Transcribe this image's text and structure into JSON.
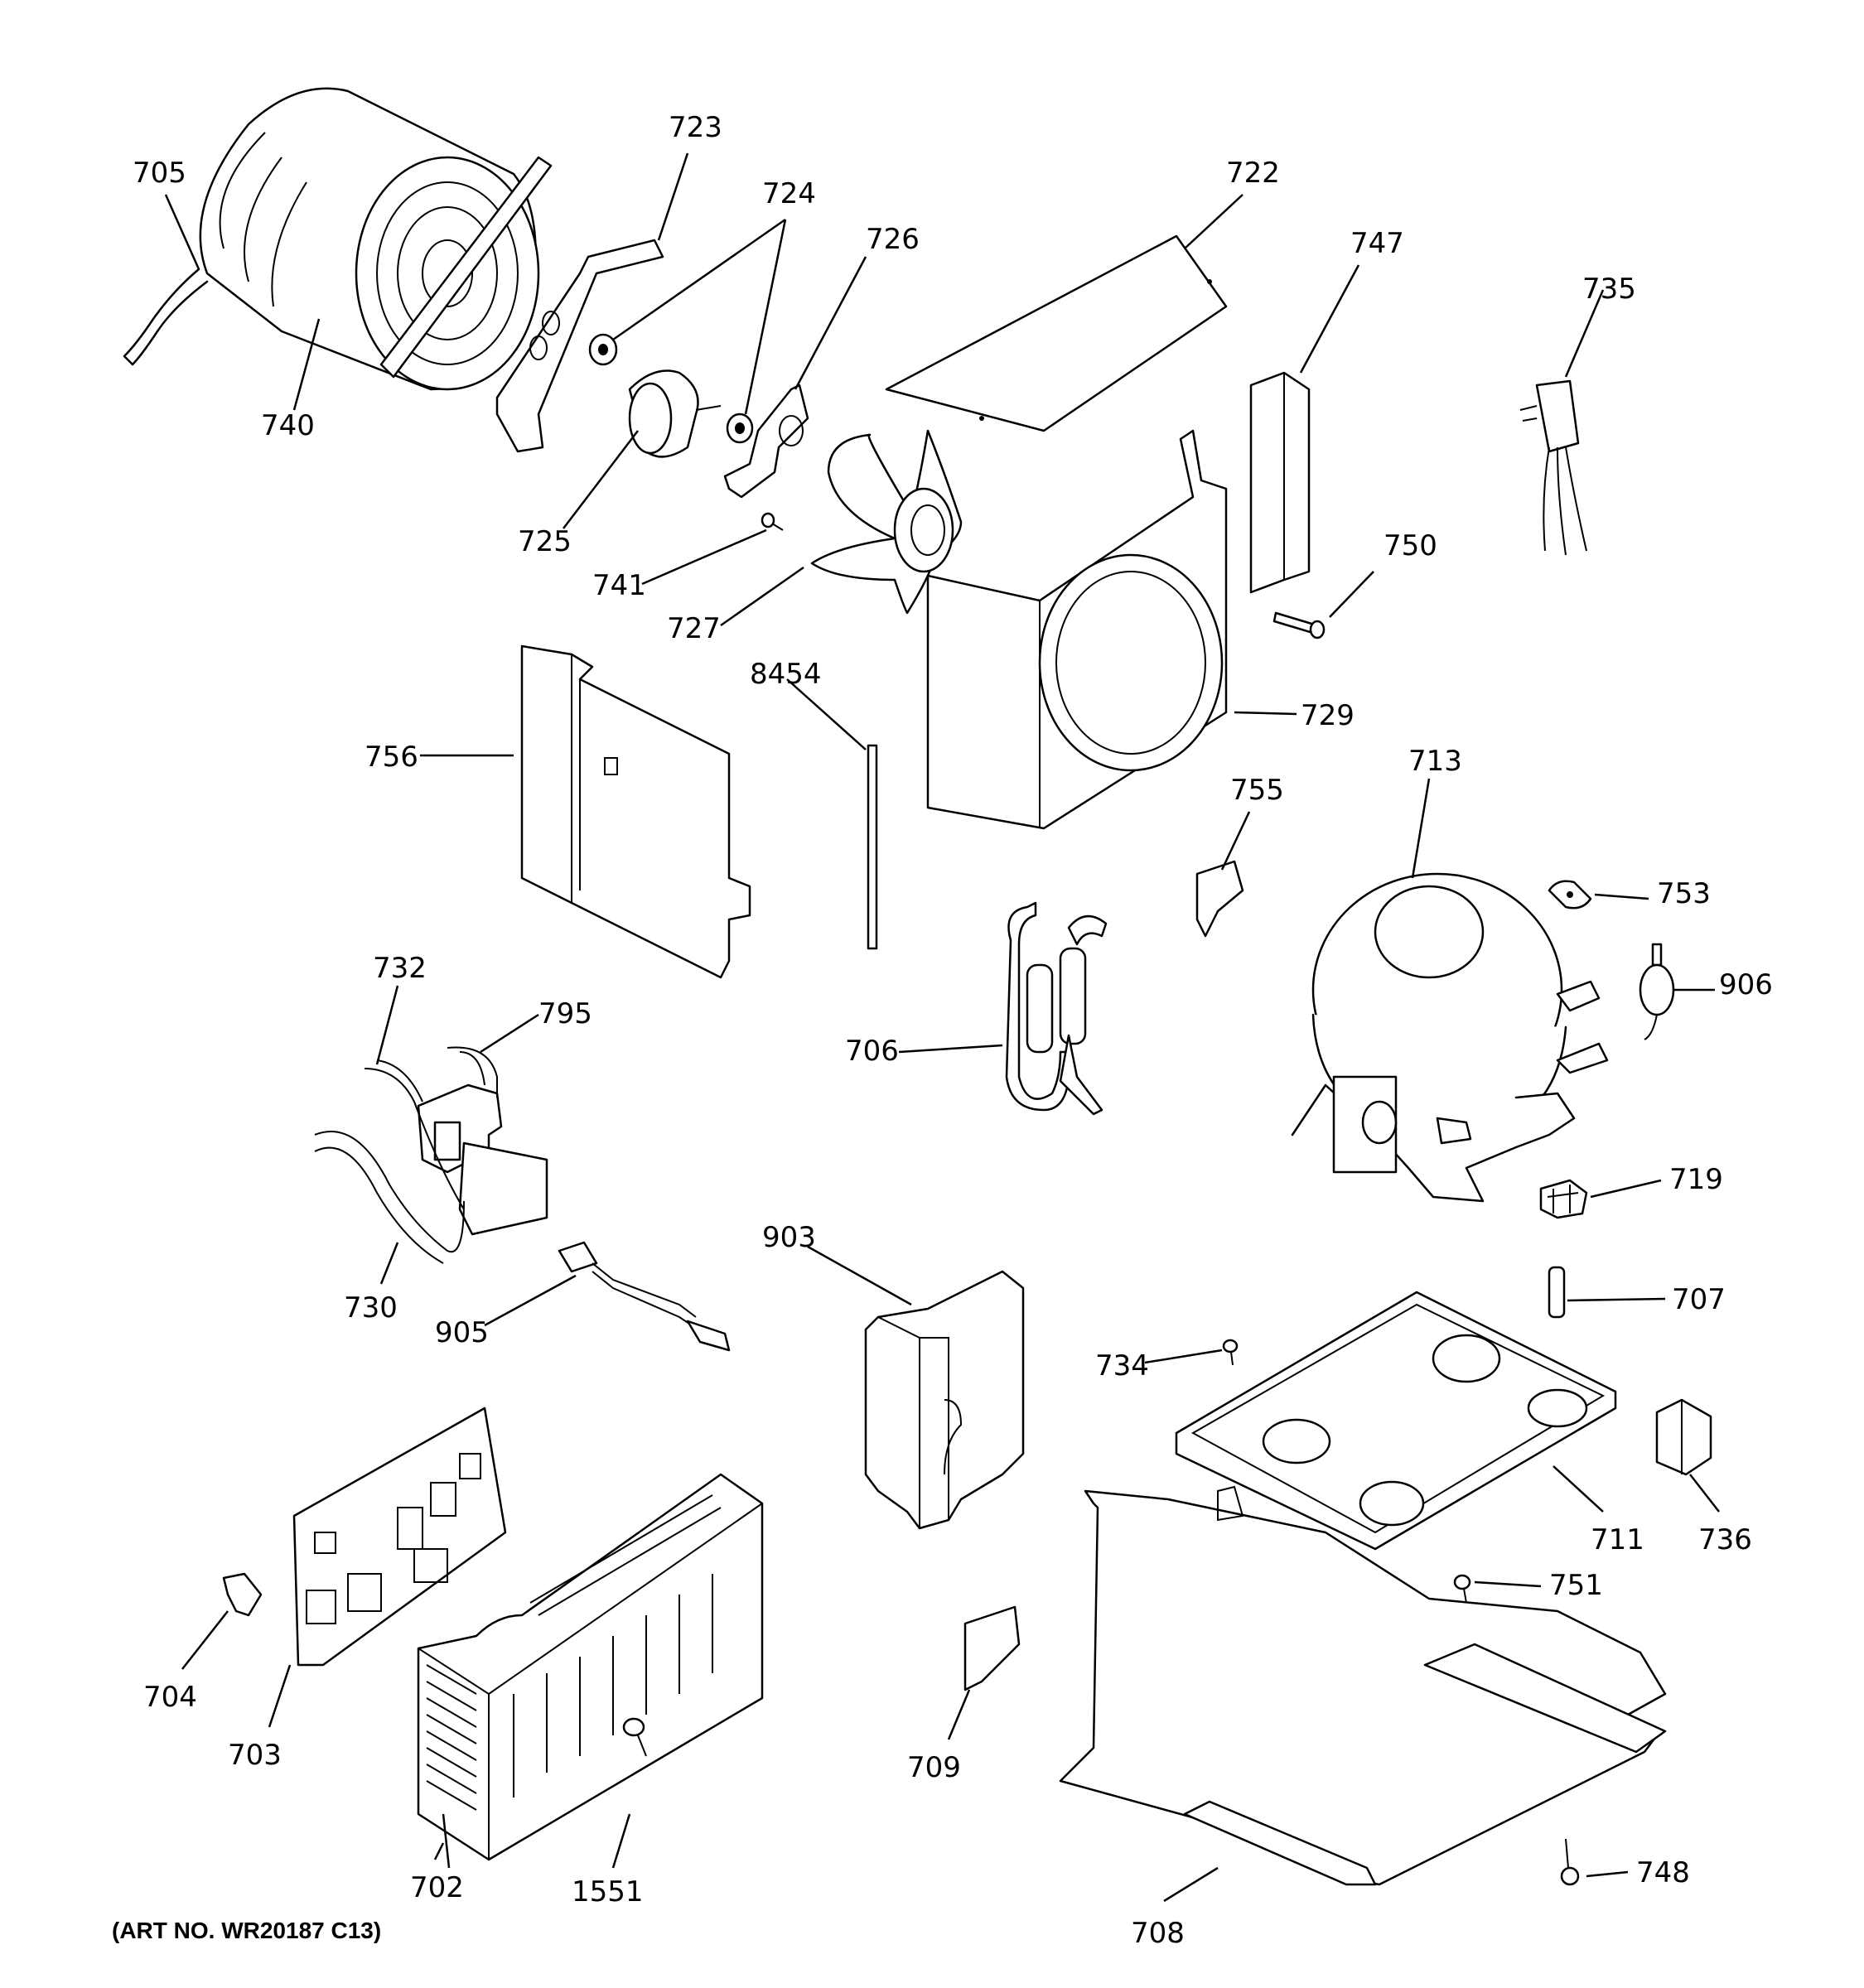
{
  "diagram": {
    "art_number": "(ART NO. WR20187 C13)",
    "parts": [
      {
        "id": "705",
        "label": "705"
      },
      {
        "id": "740",
        "label": "740"
      },
      {
        "id": "723",
        "label": "723"
      },
      {
        "id": "724",
        "label": "724"
      },
      {
        "id": "725",
        "label": "725"
      },
      {
        "id": "726",
        "label": "726"
      },
      {
        "id": "741",
        "label": "741"
      },
      {
        "id": "727",
        "label": "727"
      },
      {
        "id": "722",
        "label": "722"
      },
      {
        "id": "747",
        "label": "747"
      },
      {
        "id": "735",
        "label": "735"
      },
      {
        "id": "750",
        "label": "750"
      },
      {
        "id": "729",
        "label": "729"
      },
      {
        "id": "756",
        "label": "756"
      },
      {
        "id": "8454",
        "label": "8454"
      },
      {
        "id": "755",
        "label": "755"
      },
      {
        "id": "713",
        "label": "713"
      },
      {
        "id": "753",
        "label": "753"
      },
      {
        "id": "906",
        "label": "906"
      },
      {
        "id": "706",
        "label": "706"
      },
      {
        "id": "732",
        "label": "732"
      },
      {
        "id": "795",
        "label": "795"
      },
      {
        "id": "730",
        "label": "730"
      },
      {
        "id": "719",
        "label": "719"
      },
      {
        "id": "903",
        "label": "903"
      },
      {
        "id": "905",
        "label": "905"
      },
      {
        "id": "707",
        "label": "707"
      },
      {
        "id": "734",
        "label": "734"
      },
      {
        "id": "711",
        "label": "711"
      },
      {
        "id": "736",
        "label": "736"
      },
      {
        "id": "751",
        "label": "751"
      },
      {
        "id": "704",
        "label": "704"
      },
      {
        "id": "703",
        "label": "703"
      },
      {
        "id": "709",
        "label": "709"
      },
      {
        "id": "702",
        "label": "702"
      },
      {
        "id": "1551",
        "label": "1551"
      },
      {
        "id": "748",
        "label": "748"
      },
      {
        "id": "708",
        "label": "708"
      }
    ]
  }
}
